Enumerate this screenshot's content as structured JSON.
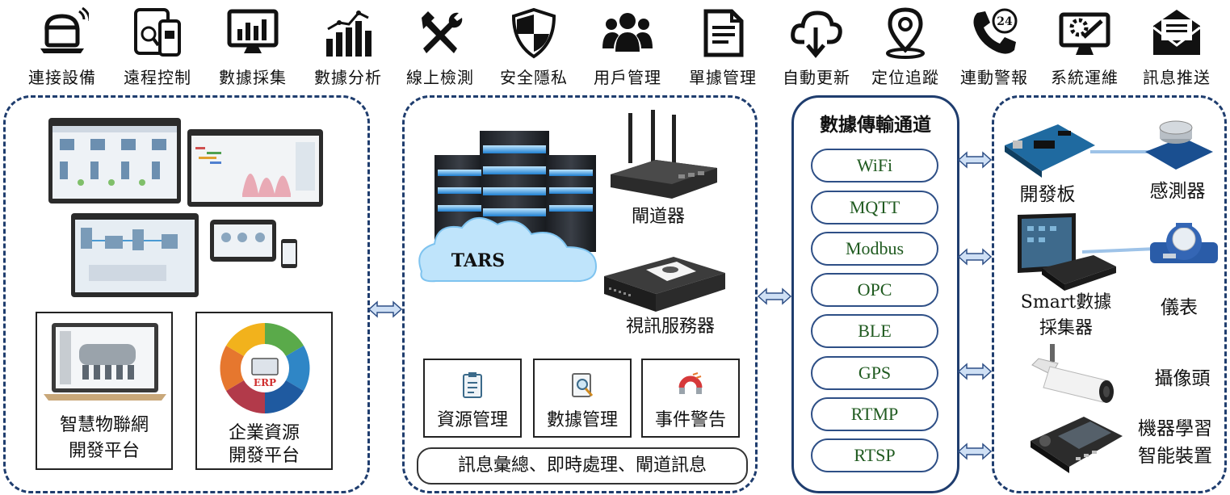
{
  "top_icons": [
    {
      "icon": "laptop-cloud-icon",
      "label": "連接設備"
    },
    {
      "icon": "remote-tablet-icon",
      "label": "遠程控制"
    },
    {
      "icon": "monitor-chart-icon",
      "label": "數據採集"
    },
    {
      "icon": "bar-analysis-icon",
      "label": "數據分析"
    },
    {
      "icon": "tools-icon",
      "label": "線上檢測"
    },
    {
      "icon": "shield-icon",
      "label": "安全隱私"
    },
    {
      "icon": "users-icon",
      "label": "用戶管理"
    },
    {
      "icon": "document-icon",
      "label": "單據管理"
    },
    {
      "icon": "cloud-download-icon",
      "label": "自動更新"
    },
    {
      "icon": "location-pin-icon",
      "label": "定位追蹤"
    },
    {
      "icon": "phone-24-icon",
      "label": "連動警報"
    },
    {
      "icon": "monitor-gear-icon",
      "label": "系統運維"
    },
    {
      "icon": "envelope-icon",
      "label": "訊息推送"
    }
  ],
  "panel1": {
    "iot_platform": [
      "智慧物聯網",
      "開發平台"
    ],
    "erp_platform": [
      "企業資源",
      "開發平台"
    ],
    "erp_badge": "ERP"
  },
  "panel2": {
    "cloud_label": "TARS",
    "gateway_label": "閘道器",
    "video_server_label": "視訊服務器",
    "modules": [
      "資源管理",
      "數據管理",
      "事件警告"
    ],
    "summary": "訊息彙總、即時處理、閘道訊息"
  },
  "panel3": {
    "title": "數據傳輸通道",
    "protocols": [
      "WiFi",
      "MQTT",
      "Modbus",
      "OPC",
      "BLE",
      "GPS",
      "RTMP",
      "RTSP"
    ]
  },
  "panel4": {
    "dev_board": "開發板",
    "sensor": "感測器",
    "collector": [
      "Smart數據",
      "採集器"
    ],
    "meter": "儀表",
    "camera": "攝像頭",
    "ml_device": [
      "機器學習",
      "智能裝置"
    ]
  },
  "colors": {
    "panel_border": "#1f3d6e",
    "pill_border": "#2e4f86",
    "pill_text": "#1f5a1f",
    "arrow_fill": "#cfe0f5",
    "arrow_stroke": "#2e4f86"
  }
}
